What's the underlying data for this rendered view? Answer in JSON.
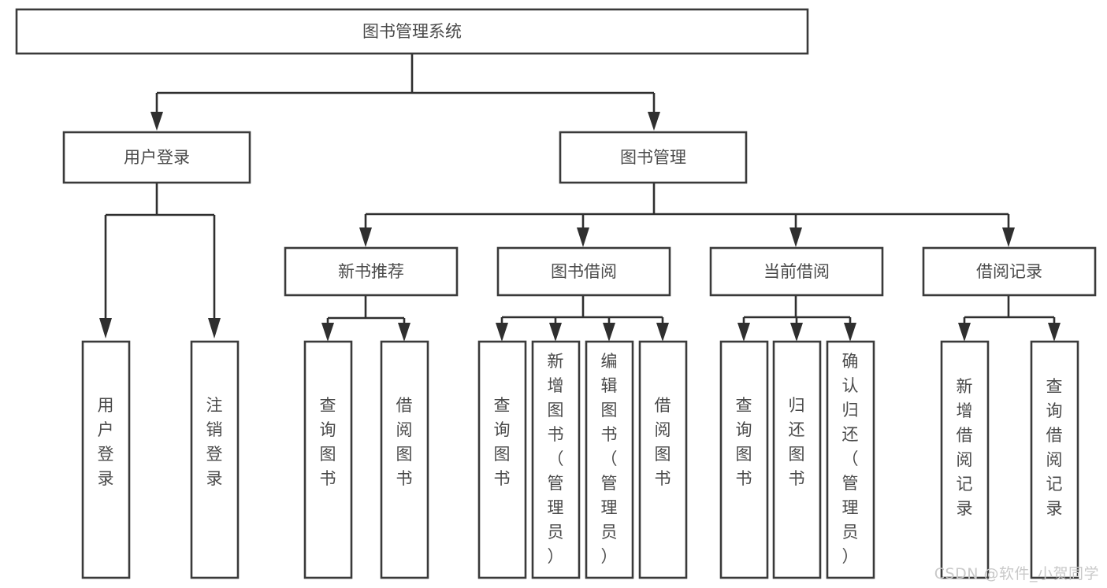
{
  "diagram": {
    "type": "tree",
    "title": "图书管理系统",
    "watermark": "CSDN @软件_小贺同学",
    "colors": {
      "box_stroke": "#3a3a3a",
      "connector": "#2f2f2f",
      "text": "#4a4a4a",
      "background": "#ffffff",
      "watermark": "#c9c9c9"
    },
    "root": {
      "label": "图书管理系统"
    },
    "level2": [
      {
        "label": "用户登录"
      },
      {
        "label": "图书管理"
      }
    ],
    "level3": [
      {
        "label": "新书推荐"
      },
      {
        "label": "图书借阅"
      },
      {
        "label": "当前借阅"
      },
      {
        "label": "借阅记录"
      }
    ],
    "leaves": {
      "user_login": [
        {
          "label": "用户登录"
        },
        {
          "label": "注销登录"
        }
      ],
      "new_book": [
        {
          "label": "查询图书"
        },
        {
          "label": "借阅图书"
        }
      ],
      "book_borrow": [
        {
          "label": "查询图书"
        },
        {
          "label": "新增图书（管理员）"
        },
        {
          "label": "编辑图书（管理员）"
        },
        {
          "label": "借阅图书"
        }
      ],
      "current_borrow": [
        {
          "label": "查询图书"
        },
        {
          "label": "归还图书"
        },
        {
          "label": "确认归还（管理员）"
        }
      ],
      "borrow_record": [
        {
          "label": "新增借阅记录"
        },
        {
          "label": "查询借阅记录"
        }
      ]
    }
  }
}
